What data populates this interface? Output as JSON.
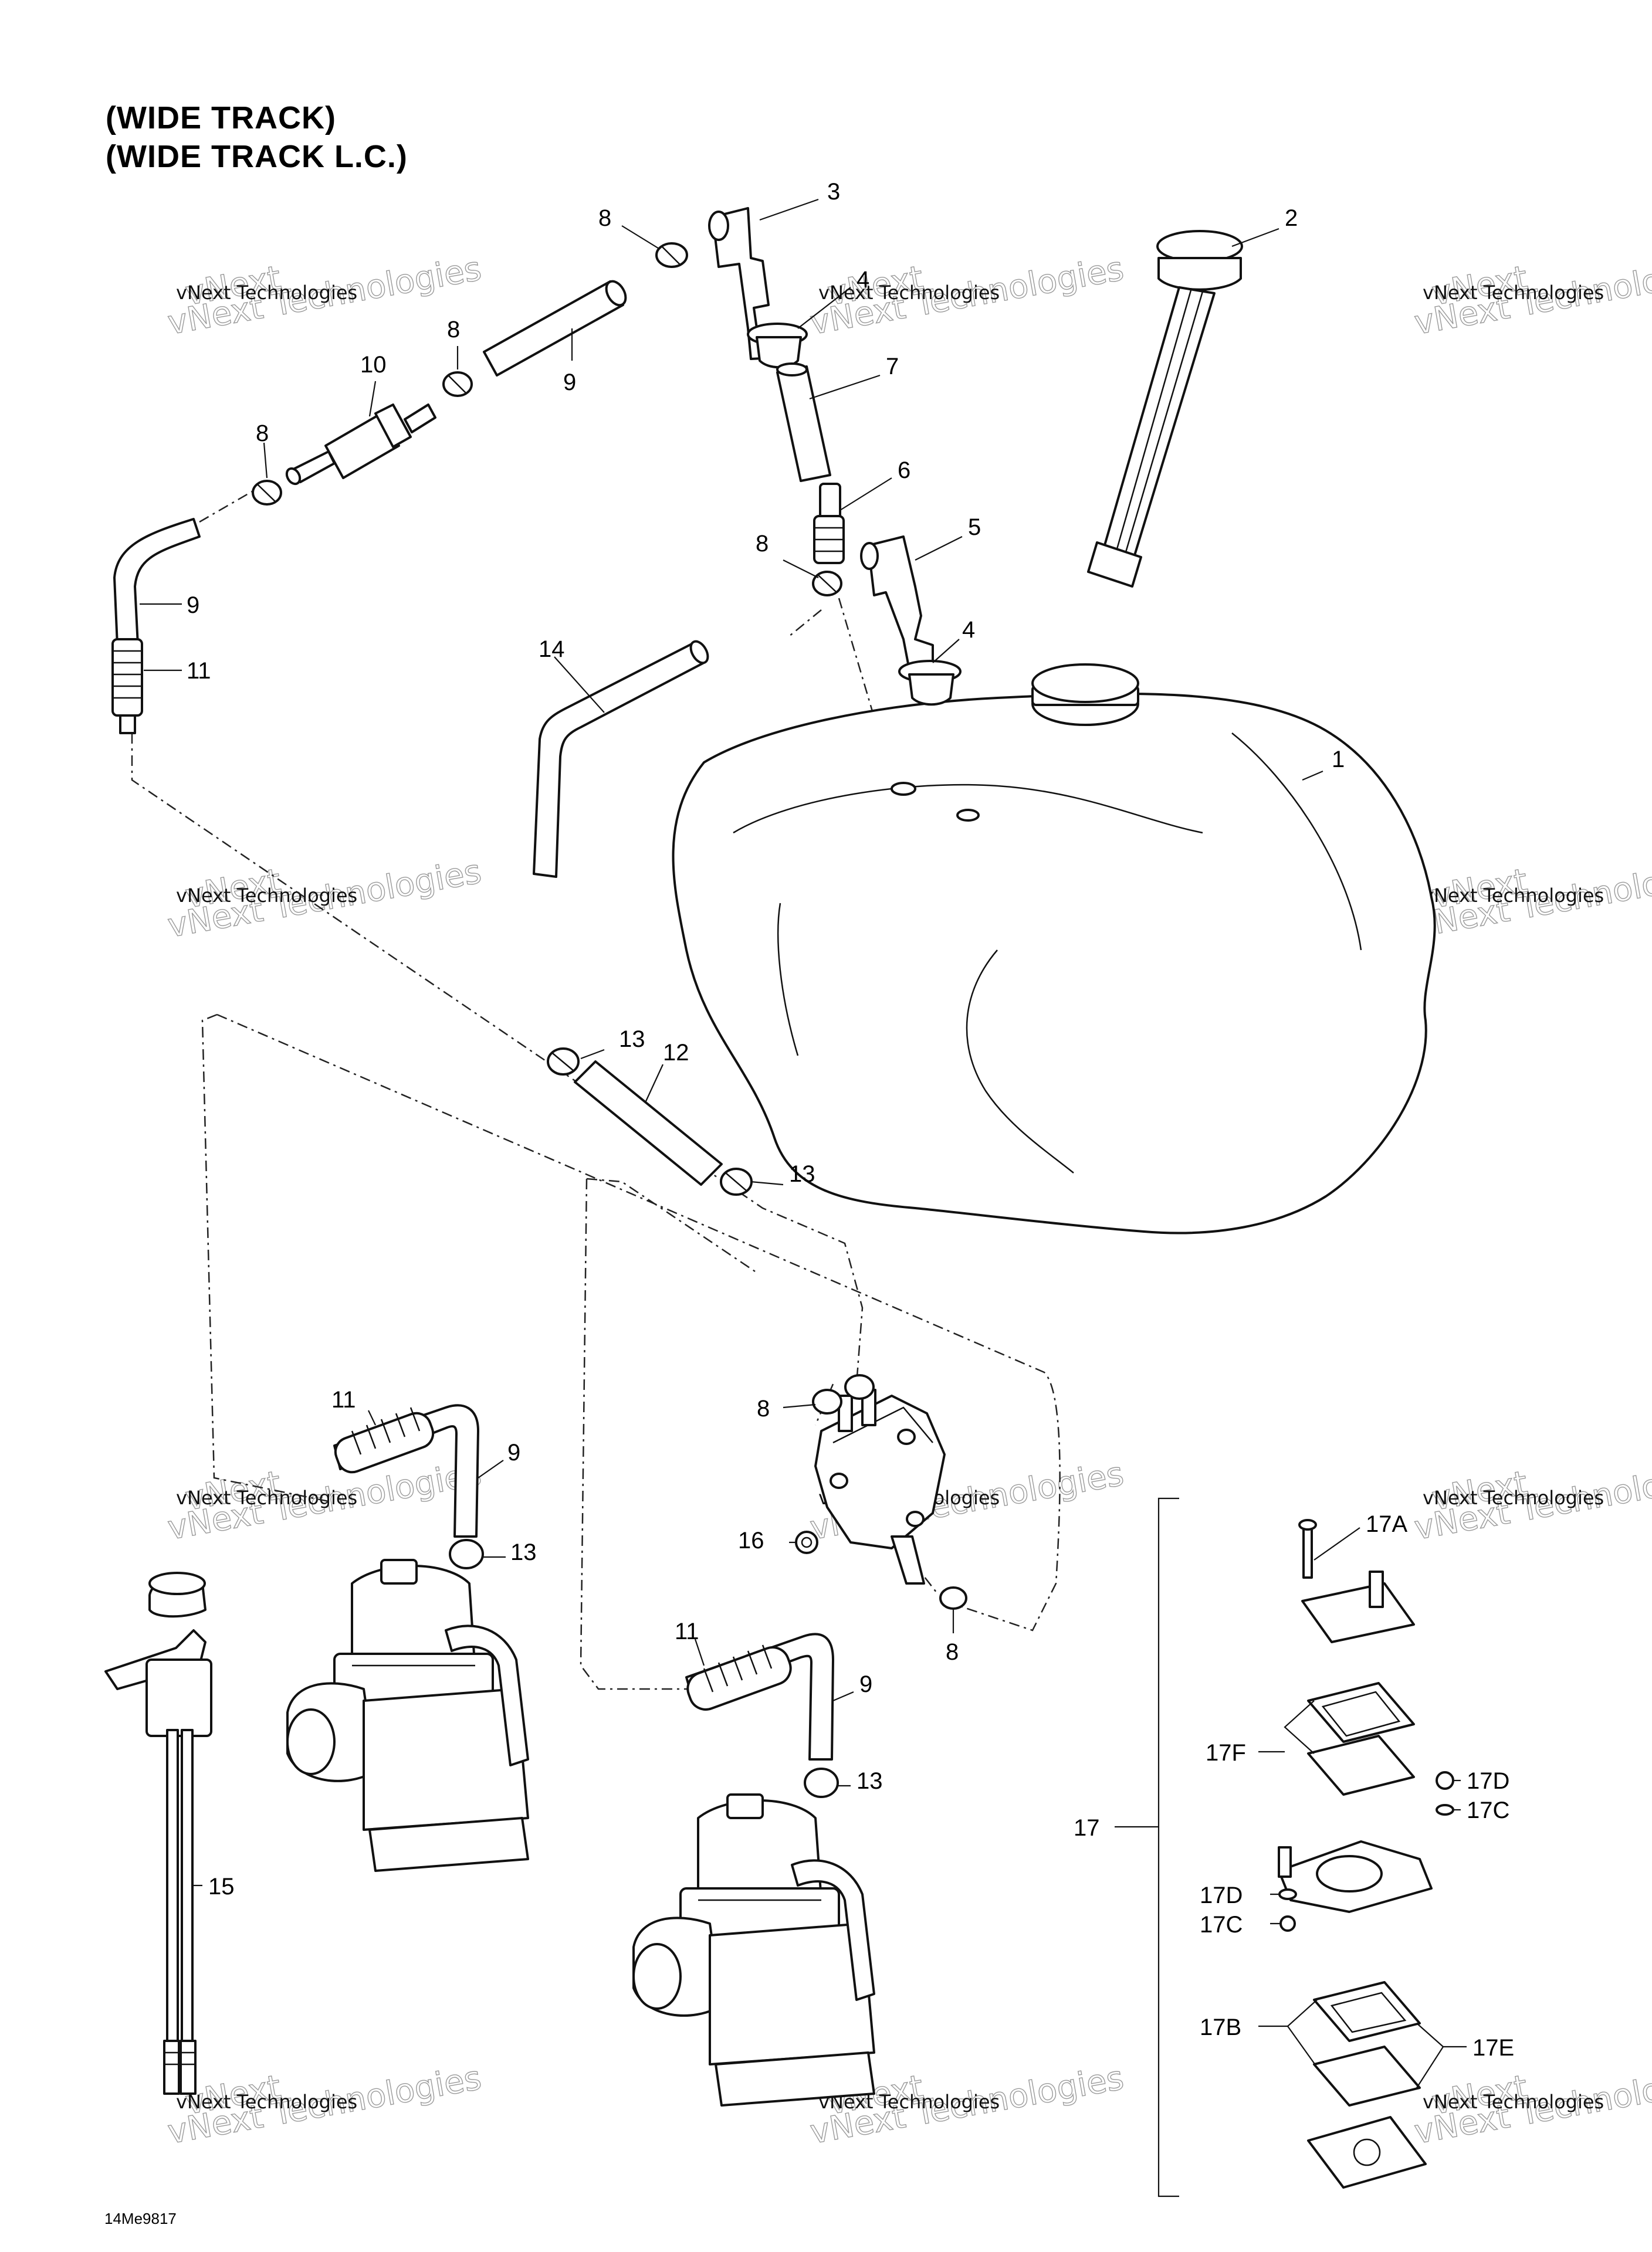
{
  "header": {
    "title_line1": "(WIDE TRACK)",
    "title_line2": "(WIDE TRACK L.C.)"
  },
  "footer": {
    "diagram_code": "14Me9817"
  },
  "watermark": {
    "line1": "vNext Technologies",
    "line2": "vNext Technologies"
  },
  "callouts": [
    {
      "id": "c1",
      "label": "1"
    },
    {
      "id": "c2",
      "label": "2"
    },
    {
      "id": "c3",
      "label": "3"
    },
    {
      "id": "c4a",
      "label": "4"
    },
    {
      "id": "c4b",
      "label": "4"
    },
    {
      "id": "c5",
      "label": "5"
    },
    {
      "id": "c6",
      "label": "6"
    },
    {
      "id": "c7",
      "label": "7"
    },
    {
      "id": "c8a",
      "label": "8"
    },
    {
      "id": "c8b",
      "label": "8"
    },
    {
      "id": "c8c",
      "label": "8"
    },
    {
      "id": "c8d",
      "label": "8"
    },
    {
      "id": "c8e",
      "label": "8"
    },
    {
      "id": "c8f",
      "label": "8"
    },
    {
      "id": "c9a",
      "label": "9"
    },
    {
      "id": "c9b",
      "label": "9"
    },
    {
      "id": "c9c",
      "label": "9"
    },
    {
      "id": "c9d",
      "label": "9"
    },
    {
      "id": "c10",
      "label": "10"
    },
    {
      "id": "c11a",
      "label": "11"
    },
    {
      "id": "c11b",
      "label": "11"
    },
    {
      "id": "c11c",
      "label": "11"
    },
    {
      "id": "c12",
      "label": "12"
    },
    {
      "id": "c13a",
      "label": "13"
    },
    {
      "id": "c13b",
      "label": "13"
    },
    {
      "id": "c13c",
      "label": "13"
    },
    {
      "id": "c13d",
      "label": "13"
    },
    {
      "id": "c14",
      "label": "14"
    },
    {
      "id": "c15",
      "label": "15"
    },
    {
      "id": "c16",
      "label": "16"
    },
    {
      "id": "c17",
      "label": "17"
    },
    {
      "id": "c17a",
      "label": "17A"
    },
    {
      "id": "c17f",
      "label": "17F"
    },
    {
      "id": "c17d1",
      "label": "17D"
    },
    {
      "id": "c17c1",
      "label": "17C"
    },
    {
      "id": "c17d2",
      "label": "17D"
    },
    {
      "id": "c17c2",
      "label": "17C"
    },
    {
      "id": "c17b",
      "label": "17B"
    },
    {
      "id": "c17e",
      "label": "17E"
    }
  ]
}
